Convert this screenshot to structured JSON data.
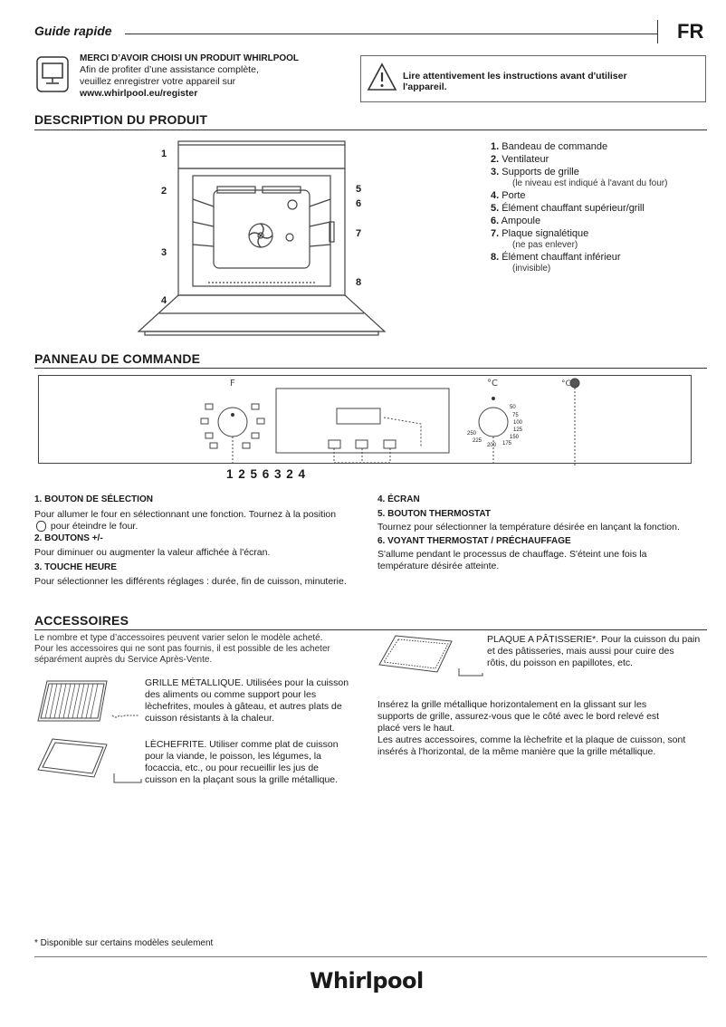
{
  "header": {
    "guide": "Guide rapide",
    "lang": "FR"
  },
  "register": {
    "title": "MERCI D’AVOIR CHOISI UN PRODUIT WHIRLPOOL",
    "line1": "Afin de profiter d’une assistance complète,",
    "line2": "veuillez enregistrer votre appareil sur",
    "url": "www.whirlpool.eu/register"
  },
  "warning": {
    "line1": "Lire attentivement les instructions avant d'utiliser",
    "line2": "l'appareil."
  },
  "description": {
    "title": "DESCRIPTION DU PRODUIT",
    "callouts": [
      "1",
      "2",
      "3",
      "4",
      "5",
      "6",
      "7",
      "8"
    ],
    "items": [
      {
        "num": "1.",
        "label": "Bandeau de commande",
        "sub": ""
      },
      {
        "num": "2.",
        "label": "Ventilateur",
        "sub": ""
      },
      {
        "num": "3.",
        "label": "Supports de grille",
        "sub": "(le niveau est indiqué à l'avant du four)"
      },
      {
        "num": "4.",
        "label": "Porte",
        "sub": ""
      },
      {
        "num": "5.",
        "label": "Élément chauffant supérieur/grill",
        "sub": ""
      },
      {
        "num": "6.",
        "label": "Ampoule",
        "sub": ""
      },
      {
        "num": "7.",
        "label": "Plaque signalétique",
        "sub": "(ne pas enlever)"
      },
      {
        "num": "8.",
        "label": "Élément chauffant inférieur",
        "sub": "(invisible)"
      }
    ]
  },
  "panel": {
    "title": "PANNEAU DE COMMANDE",
    "numbers": "1 2 5 6 3 2 4",
    "temp_labels": [
      "50",
      "75",
      "100",
      "125",
      "150",
      "175",
      "200",
      "225",
      "250"
    ],
    "left": [
      {
        "title": "1. BOUTON DE SÉLECTION",
        "body": "Pour allumer le four en sélectionnant une fonction. Tournez à la position",
        "body2": "pour éteindre le four."
      },
      {
        "title": "2. BOUTONS +/-",
        "body": "Pour diminuer ou augmenter la valeur affichée à l'écran."
      },
      {
        "title": "3. TOUCHE HEURE",
        "body": "Pour sélectionner les différents réglages : durée, fin de cuisson, minuterie."
      }
    ],
    "right": [
      {
        "title": "4. ÉCRAN",
        "body": ""
      },
      {
        "title": "5. BOUTON THERMOSTAT",
        "body": "Tournez pour sélectionner la température désirée en lançant la fonction."
      },
      {
        "title": "6. VOYANT THERMOSTAT / PRÉCHAUFFAGE",
        "body": "S'allume pendant le processus de chauffage. S'éteint une fois la température désirée atteinte."
      }
    ]
  },
  "accessories": {
    "title": "ACCESSOIRES",
    "intro1": "Le nombre et type d’accessoires peuvent varier selon le modèle acheté.",
    "intro2": "Pour les accessoires qui ne sont pas fournis, il est possible de les acheter",
    "intro3": "séparément auprès du Service Après-Vente.",
    "grille": [
      "GRILLE MÉTALLIQUE. Utilisées pour la cuisson",
      "des aliments ou comme support pour les",
      "lèchefrites, moules à gâteau, et autres plats de",
      "cuisson résistants à la chaleur."
    ],
    "lechefrite": [
      "LÈCHEFRITE. Utiliser comme plat de cuisson",
      "pour la viande, le poisson, les légumes, la",
      "focaccia, etc., ou pour recueillir les jus de",
      "cuisson en la plaçant sous la grille métallique."
    ],
    "plaque": [
      "PLAQUE A PÂTISSERIE*. Pour la cuisson du pain",
      "et des pâtisseries, mais aussi pour cuire des",
      "rôtis, du poisson en papillotes, etc."
    ],
    "insert1": [
      "Insérez la grille métallique horizontalement en la glissant sur les",
      "supports de grille, assurez-vous que le côté avec le bord relevé est",
      "placé vers le haut."
    ],
    "insert2": [
      "Les autres accessoires, comme la lèchefrite et la plaque de cuisson, sont",
      "insérés à l'horizontal, de la même manière que la grille métallique."
    ]
  },
  "footnote": "* Disponible sur certains modèles seulement",
  "brand": "Whirlpool"
}
